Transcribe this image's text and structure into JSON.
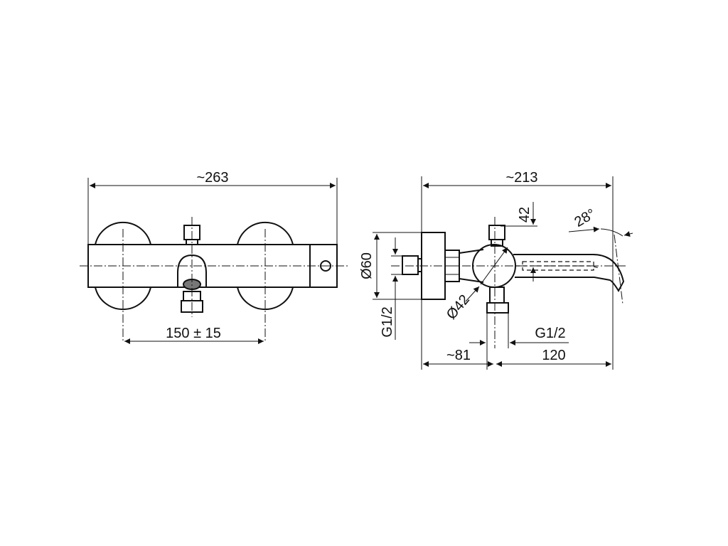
{
  "dimensions": {
    "front_overall_width": "~263",
    "front_center_distance": "150 ± 15",
    "side_overall_width": "~213",
    "side_head_height": "42",
    "side_angle": "28°",
    "side_diameter_60": "Ø60",
    "side_diameter_42": "Ø42",
    "side_thread_left": "G1/2",
    "side_thread_bottom": "G1/2",
    "side_offset": "~81",
    "side_spout_length": "120"
  }
}
